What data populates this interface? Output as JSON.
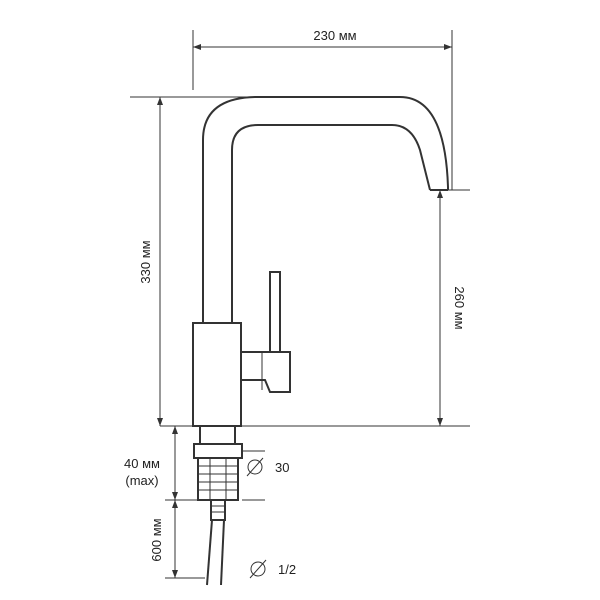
{
  "dimensions": {
    "width": "230 мм",
    "height_total": "330 мм",
    "spout_height": "260 мм",
    "mount_depth": "40 мм",
    "mount_depth_note": "(max)",
    "hose_length": "600 мм",
    "mount_diameter": "30",
    "hose_thread": "1/2"
  },
  "icons": {
    "diameter": "diameter-symbol"
  },
  "colors": {
    "line": "#333333",
    "background": "#ffffff"
  }
}
